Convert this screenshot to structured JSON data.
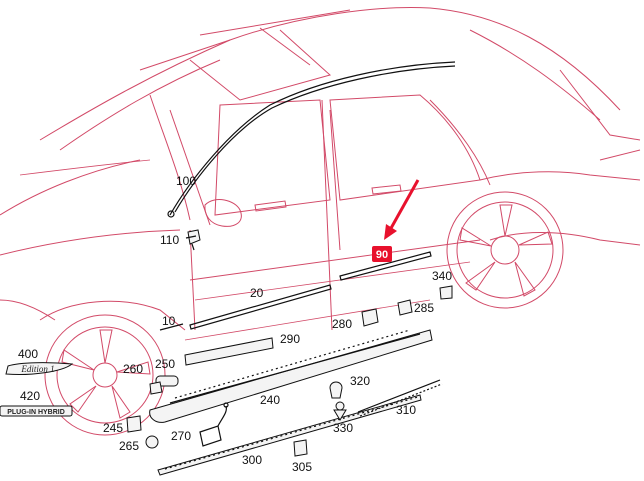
{
  "highlight": {
    "label": "90",
    "box_color": "#e8112d",
    "arrow_color": "#e8112d"
  },
  "line_colors": {
    "car": "#d24a68",
    "parts": "#111111"
  },
  "badges": {
    "edition": "Edition 1",
    "hybrid": "PLUG-IN HYBRID"
  },
  "callouts": [
    "100",
    "110",
    "10",
    "20",
    "290",
    "400",
    "420",
    "250",
    "260",
    "240",
    "280",
    "285",
    "340",
    "320",
    "310",
    "330",
    "270",
    "245",
    "265",
    "300",
    "305"
  ]
}
